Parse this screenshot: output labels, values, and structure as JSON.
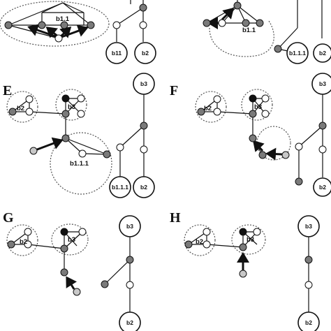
{
  "panels": [
    {
      "id": "E",
      "label": "E"
    },
    {
      "id": "F",
      "label": "F"
    },
    {
      "id": "G",
      "label": "G"
    },
    {
      "id": "H",
      "label": "H"
    }
  ],
  "labels": {
    "b11_a": "b1.1",
    "b11_top_right": "b1.1",
    "b111_top_right": "b1.1.1",
    "b111_e": "b1.1.1",
    "b2": "b2",
    "b3": "b3",
    "b11": "b11",
    "b111": "b1.1.1"
  },
  "colors": {
    "stroke": "#111111",
    "dark_gray": "#7a7a7a",
    "light_gray": "#c8c8c8",
    "black": "#111111",
    "white": "#ffffff",
    "dashed": "#555555"
  }
}
